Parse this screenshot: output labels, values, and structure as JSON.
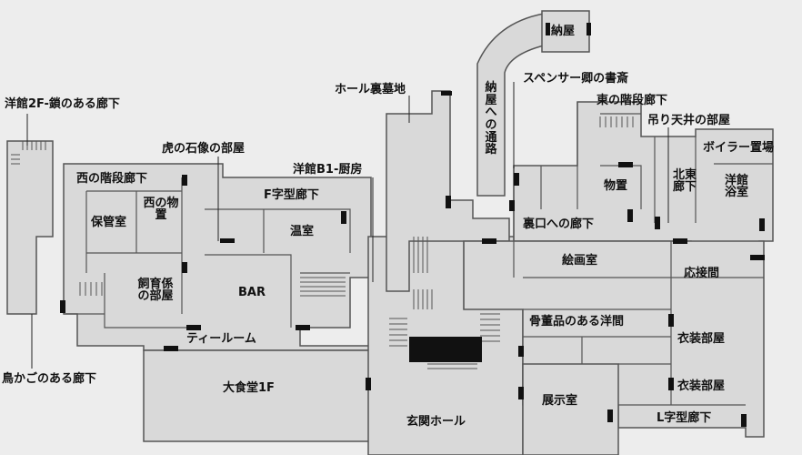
{
  "labels": {
    "yokan_2f": "洋館2F-鎖のある廊下",
    "torikago": "鳥かごのある廊下",
    "nishi_kaidan": "西の階段廊下",
    "hokanshitsu": "保管室",
    "nishi_monooki": "西の物置",
    "shiikugakari": "飼育係の部屋",
    "tora_sekizo": "虎の石像の部屋",
    "yokan_b1": "洋館B1-厨房",
    "f_rouka": "F字型廊下",
    "onshitsu": "温室",
    "bar": "BAR",
    "tea_room": "ティールーム",
    "daishokudo": "大食堂1F",
    "genkan": "玄関ホール",
    "hall_ura": "ホール裏墓地",
    "nandoe_tsuro": "納屋への通路",
    "naya": "納屋",
    "spencer": "スペンサー卿の書斎",
    "higashi_kaidan": "東の階段廊下",
    "tsuri_tenjo": "吊り天井の部屋",
    "boiler": "ボイラー置場",
    "monooki": "物置",
    "hokuto": "北東廊下",
    "yokan_yokushitsu": "洋館浴室",
    "uraguchi": "裏口への廊下",
    "kaigashitsu": "絵画室",
    "osetsuma": "応接間",
    "kottohin": "骨董品のある洋間",
    "isho1": "衣装部屋",
    "isho2": "衣装部屋",
    "tenjishitsu": "展示室",
    "l_rouka": "L字型廊下"
  }
}
